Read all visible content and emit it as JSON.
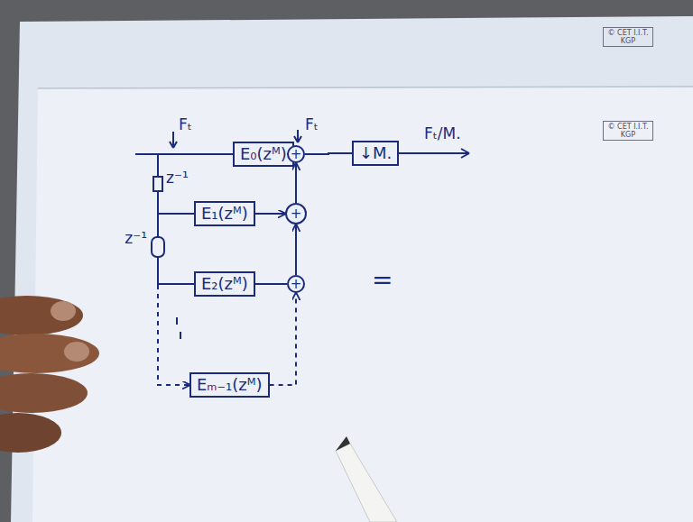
{
  "diagram": {
    "nodes": [
      {
        "text": [
          "E₀(zᴹ)"
        ]
      },
      {
        "text": [
          "+"
        ]
      },
      {
        "text": [
          "↓M."
        ]
      },
      {
        "text": [
          "z⁻¹"
        ]
      },
      {
        "text": [
          "E₁(zᴹ)"
        ]
      },
      {
        "text": [
          "+"
        ]
      },
      {
        "text": [
          "z⁻¹"
        ]
      },
      {
        "text": [
          "E₂(zᴹ)"
        ]
      },
      {
        "text": [
          "+"
        ]
      },
      {
        "text": [
          "Eₘ₋₁(zᴹ)"
        ]
      }
    ],
    "edges": [
      {
        "from": 0,
        "to": 1,
        "arrow": "none"
      },
      {
        "from": 1,
        "to": 2,
        "arrow": "none"
      },
      {
        "from": 3,
        "to": 4,
        "arrow": "none"
      },
      {
        "from": 4,
        "to": 5,
        "arrow": "to"
      },
      {
        "from": 5,
        "to": 1,
        "arrow": "to"
      },
      {
        "from": 3,
        "to": 6,
        "arrow": "none"
      },
      {
        "from": 6,
        "to": 7,
        "arrow": "none"
      },
      {
        "from": 8,
        "to": 5,
        "arrow": "to"
      },
      {
        "from": 7,
        "to": 8,
        "arrow": "none"
      },
      {
        "from": 6,
        "to": 9,
        "arrow": "to"
      },
      {
        "from": 9,
        "to": 8,
        "arrow": "to"
      }
    ],
    "labels": [
      "Fₜ",
      "Fₜ",
      "Fₜ/M.",
      "=",
      "© CET I.I.T. KGP",
      "© CET I.I.T. KGP"
    ]
  }
}
